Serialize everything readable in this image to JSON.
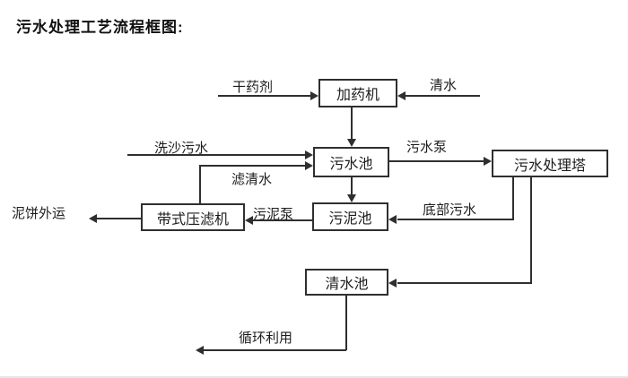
{
  "title": "污水处理工艺流程框图:",
  "colors": {
    "ink": "#2f2f2f",
    "background": "#ffffff"
  },
  "nodes": {
    "dosing_machine": "加药机",
    "sewage_pool": "污水池",
    "treatment_tower": "污水处理塔",
    "belt_filter_press": "带式压滤机",
    "sludge_pool": "污泥池",
    "clean_water_pool": "清水池"
  },
  "flow_labels": {
    "dry_agent": "干药剂",
    "clean_water": "清水",
    "sand_washing_sewage": "洗沙污水",
    "sewage_pump": "污水泵",
    "filtered_water": "滤清水",
    "mud_cake_out": "泥饼外运",
    "sludge_pump": "污泥泵",
    "bottom_sewage": "底部污水",
    "recycle_use": "循环利用"
  },
  "edges": [
    {
      "from": "干药剂",
      "to": "加药机"
    },
    {
      "from": "清水",
      "to": "加药机"
    },
    {
      "from": "加药机",
      "to": "污水池"
    },
    {
      "from": "洗沙污水",
      "to": "污水池"
    },
    {
      "from": "带式压滤机",
      "to": "污水池",
      "label": "滤清水"
    },
    {
      "from": "污水池",
      "to": "污水处理塔",
      "label": "污水泵"
    },
    {
      "from": "污水池",
      "to": "污泥池"
    },
    {
      "from": "污泥池",
      "to": "带式压滤机",
      "label": "污泥泵"
    },
    {
      "from": "带式压滤机",
      "to": "泥饼外运"
    },
    {
      "from": "污水处理塔",
      "to": "污泥池",
      "label": "底部污水"
    },
    {
      "from": "污水处理塔",
      "to": "清水池"
    },
    {
      "from": "清水池",
      "to": "循环利用"
    }
  ]
}
